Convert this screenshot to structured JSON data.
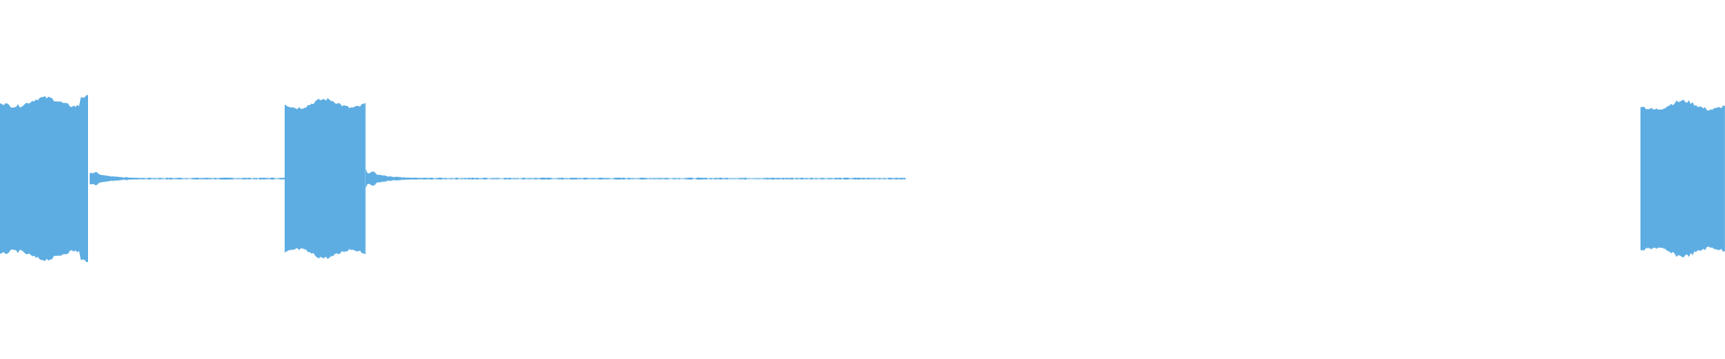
{
  "waveform": {
    "color": "#5DADE2",
    "background": "#FFFFFF",
    "total_duration": 100,
    "peak_level": 1.0,
    "bursts": [
      {
        "start": 0.0,
        "end": 5.2,
        "level": 0.9,
        "tail": 3.0,
        "tail_level": 0.08
      },
      {
        "start": 16.5,
        "end": 21.2,
        "level": 0.88,
        "tail": 3.0,
        "tail_level": 0.09
      },
      {
        "start": 95.1,
        "end": 100.0,
        "level": 0.86,
        "tail": 0,
        "tail_level": 0
      }
    ],
    "sustain": {
      "start": 5.2,
      "end": 52.5,
      "level": 0.008
    }
  }
}
